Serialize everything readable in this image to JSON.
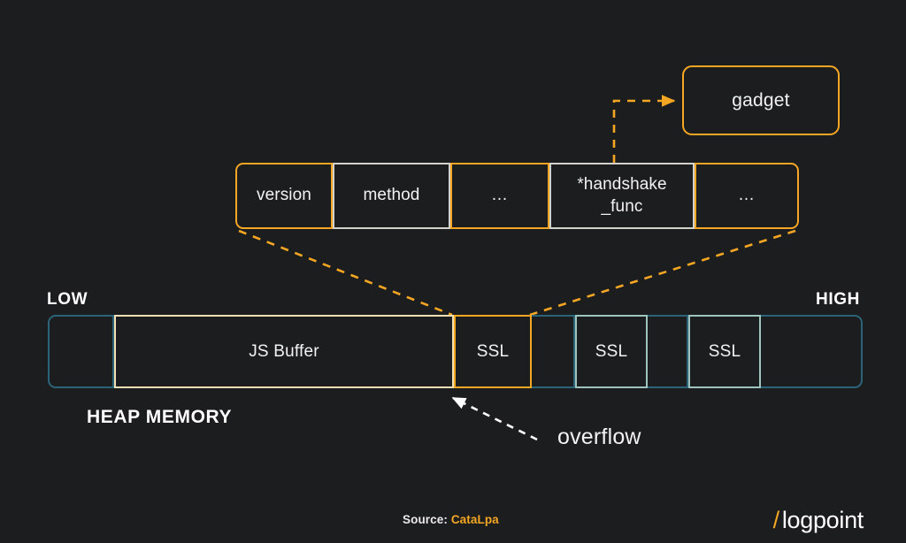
{
  "meta": {
    "background_color": "#1c1d1f",
    "accent_orange": "#f5a623",
    "teal": "#2b6478",
    "cream": "#f2dfb3",
    "sage": "#9ec4bd",
    "gray_stroke": "#d3d1cc",
    "white": "#ffffff"
  },
  "gadget": {
    "label": "gadget"
  },
  "struct": {
    "cells": [
      {
        "label": "version",
        "border": "orange"
      },
      {
        "label": "method",
        "border": "gray"
      },
      {
        "label": "…",
        "border": "orange"
      },
      {
        "label": "*handshake\n_func",
        "border": "gray"
      },
      {
        "label": "…",
        "border": "orange"
      }
    ]
  },
  "heap": {
    "low_label": "LOW",
    "high_label": "HIGH",
    "title": "HEAP MEMORY",
    "segments": [
      {
        "label": "",
        "outline": "teal"
      },
      {
        "label": "JS Buffer",
        "outline": "cream"
      },
      {
        "label": "SSL",
        "outline": "orange"
      },
      {
        "label": "",
        "outline": "teal"
      },
      {
        "label": "SSL",
        "outline": "sage"
      },
      {
        "label": "",
        "outline": "teal"
      },
      {
        "label": "SSL",
        "outline": "sage"
      },
      {
        "label": "",
        "outline": "teal"
      }
    ]
  },
  "annotations": {
    "overflow_label": "overflow"
  },
  "footer": {
    "source_prefix": "Source:",
    "source_name": "CataLpa",
    "logo_slash": "/",
    "logo_word": "logpoint"
  }
}
